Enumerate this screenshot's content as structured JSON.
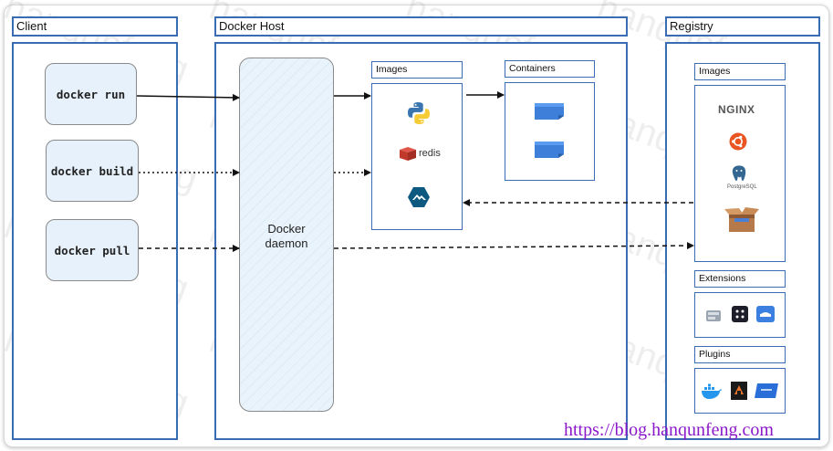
{
  "client": {
    "title": "Client",
    "commands": [
      "docker run",
      "docker build",
      "docker pull"
    ]
  },
  "host": {
    "title": "Docker Host",
    "daemon_label": "Docker\ndaemon",
    "images_title": "Images",
    "images": [
      {
        "icon": "python-icon"
      },
      {
        "icon": "redis-icon",
        "label": "redis"
      },
      {
        "icon": "alpine-icon"
      }
    ],
    "containers_title": "Containers",
    "containers": [
      {
        "icon": "container-icon"
      },
      {
        "icon": "container-icon"
      }
    ]
  },
  "registry": {
    "title": "Registry",
    "images_title": "Images",
    "images": [
      {
        "icon": "nginx-logo",
        "label": "NGINX"
      },
      {
        "icon": "ubuntu-icon"
      },
      {
        "icon": "postgresql-icon",
        "label": "PostgreSQL"
      },
      {
        "icon": "open-box-icon"
      }
    ],
    "extensions_title": "Extensions",
    "extensions": [
      {
        "icon": "extension-icon"
      },
      {
        "icon": "extension-icon"
      },
      {
        "icon": "extension-icon"
      }
    ],
    "plugins_title": "Plugins",
    "plugins": [
      {
        "icon": "docker-whale-icon"
      },
      {
        "icon": "plugin-icon"
      },
      {
        "icon": "plugin-icon"
      }
    ]
  },
  "watermark": {
    "text": "hanqunfeng",
    "url": "https://blog.hanqunfeng.com"
  },
  "colors": {
    "border": "#3a6bb5",
    "command_fill": "#e6f1fb",
    "url": "#8a17c9"
  }
}
